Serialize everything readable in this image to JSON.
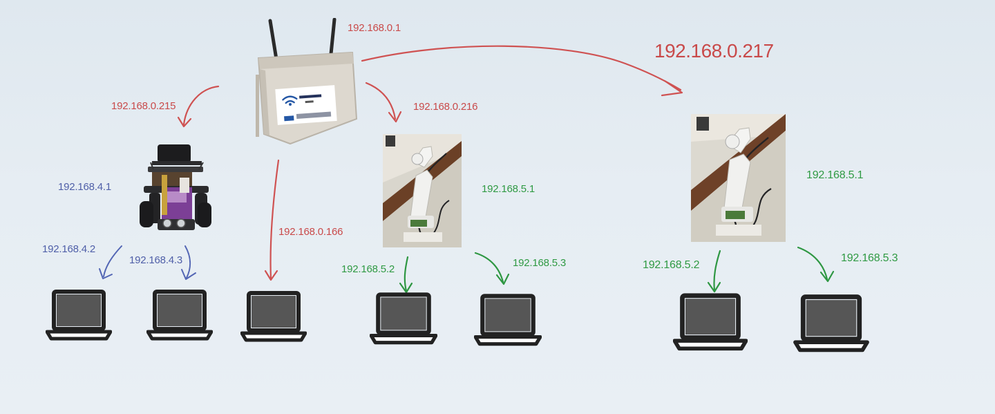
{
  "labels": {
    "router_ip": "192.168.0.1",
    "link_217": "192.168.0.217",
    "link_215": "192.168.0.215",
    "link_216": "192.168.0.216",
    "link_166": "192.168.0.166",
    "robot_ip": "192.168.4.1",
    "robot_client_1": "192.168.4.2",
    "robot_client_2": "192.168.4.3",
    "arm_a_ip": "192.168.5.1",
    "arm_a_client_1": "192.168.5.2",
    "arm_a_client_2": "192.168.5.3",
    "arm_b_ip": "192.168.5.1",
    "arm_b_client_1": "192.168.5.2",
    "arm_b_client_2": "192.168.5.3"
  },
  "colors": {
    "red": "#c94a4a",
    "blue": "#4f5fa8",
    "green": "#2f9a43",
    "background": "#e4ecf2"
  },
  "icons": [
    "wifi-router",
    "mobile-robot",
    "robot-arm",
    "laptop"
  ]
}
